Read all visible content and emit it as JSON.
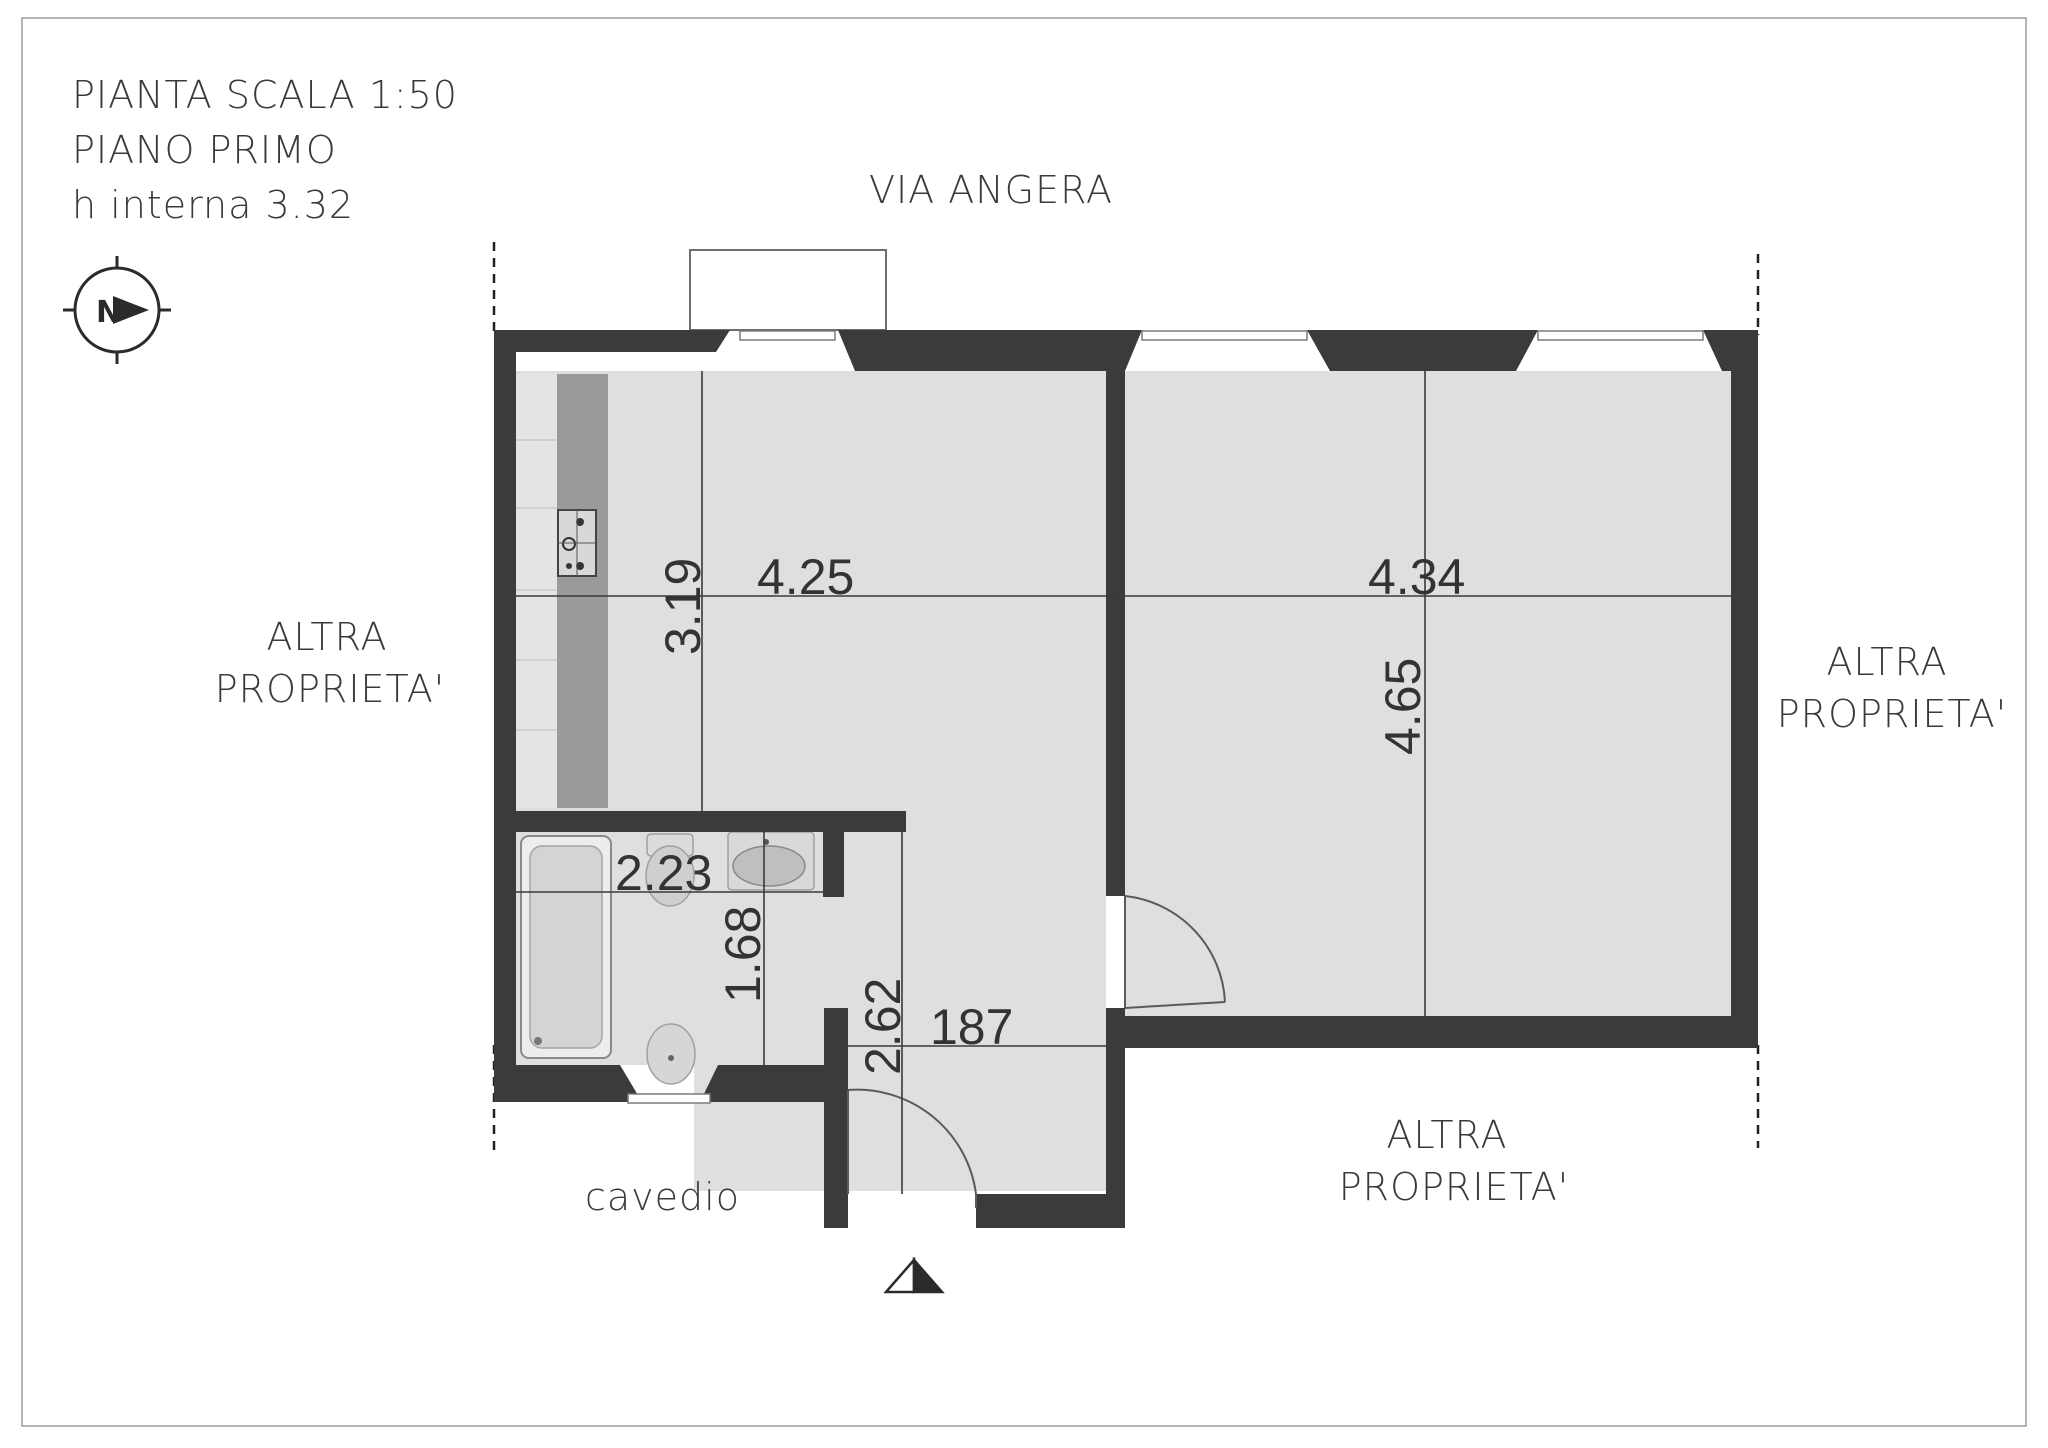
{
  "header": {
    "scale_label": "PIANTA SCALA 1:50",
    "floor_label": "PIANO PRIMO",
    "height_label": "h interna 3.32"
  },
  "compass": {
    "letter": "N",
    "icon": "north-arrow-icon"
  },
  "street": {
    "name": "VIA ANGERA"
  },
  "neighbors": {
    "west": [
      "ALTRA",
      "PROPRIETA'"
    ],
    "east": [
      "ALTRA",
      "PROPRIETA'"
    ],
    "south": [
      "ALTRA",
      "PROPRIETA'"
    ]
  },
  "cavedio": "cavedio",
  "dimensions": {
    "living_width": "4.25",
    "living_depth": "3.19",
    "bedroom_width": "4.34",
    "bedroom_depth": "4.65",
    "bath_width": "2.23",
    "bath_depth": "1.68",
    "entry_depth": "2.62",
    "entry_width": "187"
  },
  "entrance_marker": {
    "icon": "entrance-marker-icon"
  },
  "colors": {
    "wall": "#3b3b3d",
    "floor": "#dfdfdf",
    "counter": "#9a9a9a",
    "text": "#3a3a3a"
  }
}
